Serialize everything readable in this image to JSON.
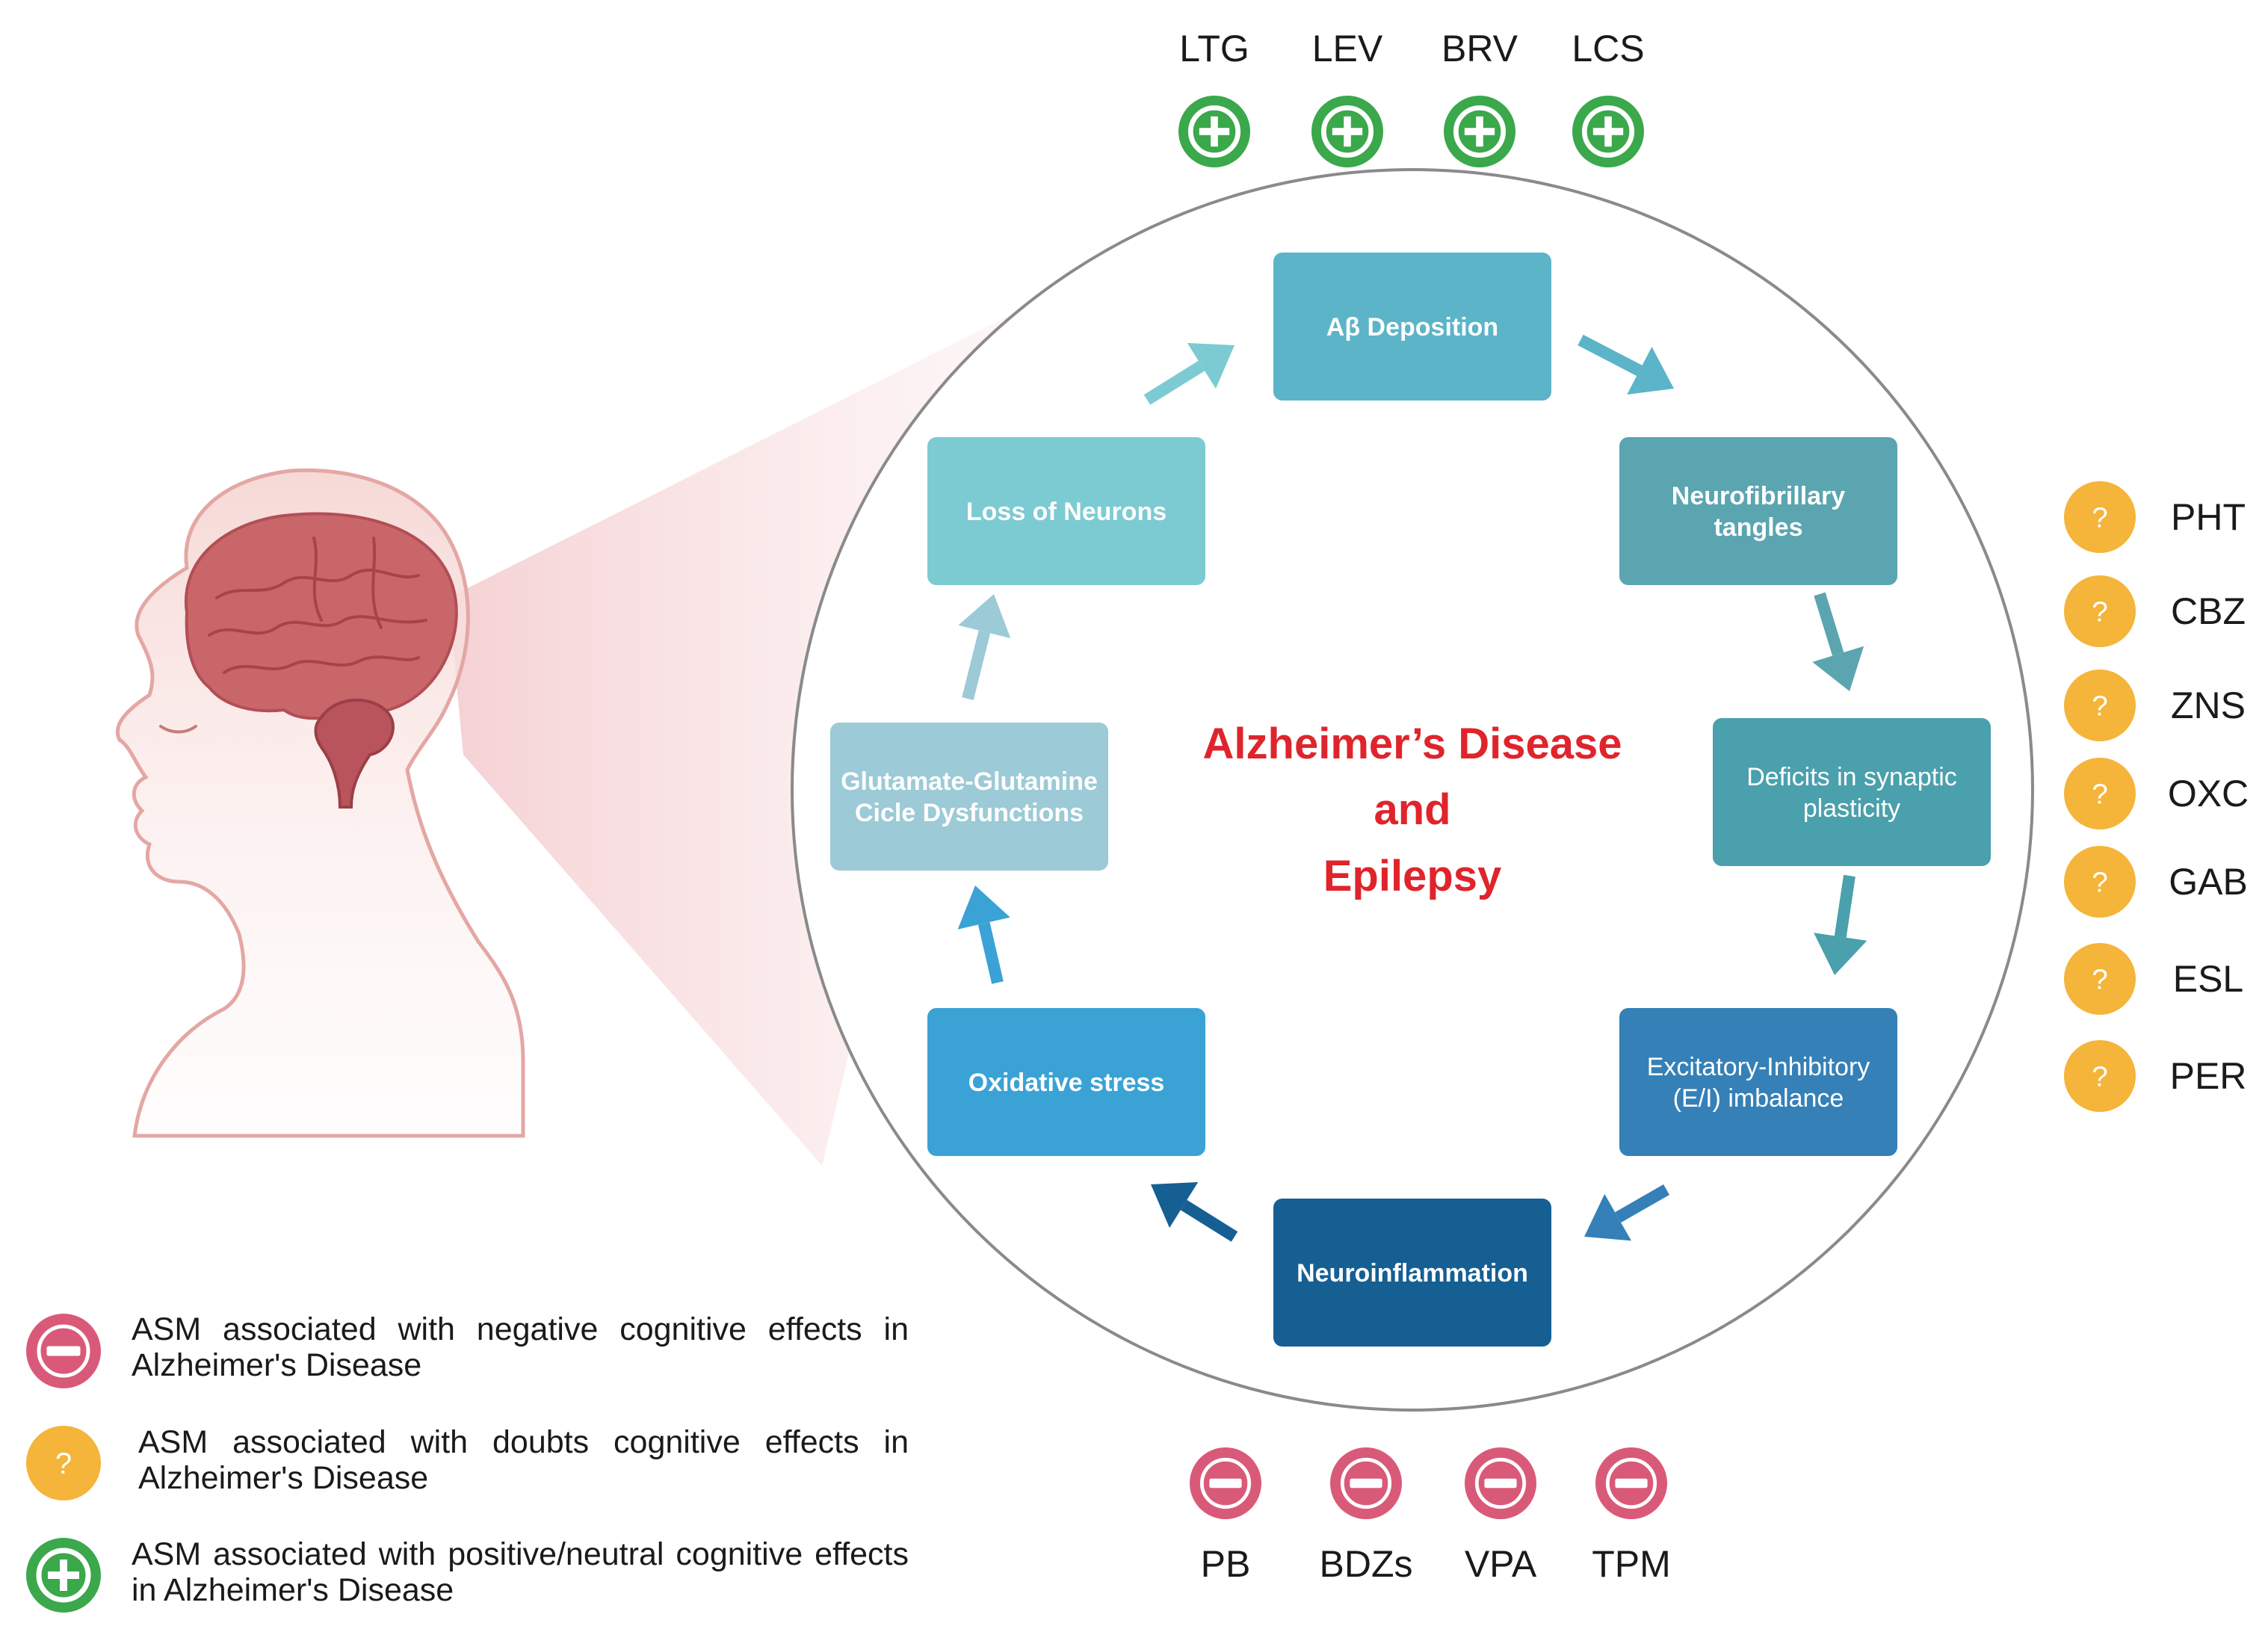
{
  "diagram": {
    "center_title": [
      "Alzheimer’s Disease",
      "and",
      "Epilepsy"
    ],
    "cycle_nodes": [
      {
        "id": "ab",
        "lines": [
          "Aβ Deposition"
        ],
        "color": "#5bb4c8"
      },
      {
        "id": "nft",
        "lines": [
          "Neurofibrillary",
          "tangles"
        ],
        "color": "#5aa5b0"
      },
      {
        "id": "syn",
        "lines": [
          "Deficits in synaptic",
          "plasticity"
        ],
        "color": "#4aa0ac"
      },
      {
        "id": "ei",
        "lines": [
          "Excitatory-Inhibitory",
          "(E/I) imbalance"
        ],
        "color": "#3580b7"
      },
      {
        "id": "neuroinf",
        "lines": [
          "Neuroinflammation"
        ],
        "color": "#155f93"
      },
      {
        "id": "ox",
        "lines": [
          "Oxidative stress"
        ],
        "color": "#3ba2d6"
      },
      {
        "id": "glu",
        "lines": [
          "Glutamate-Glutamine",
          "Cicle Dysfunctions"
        ],
        "color": "#9ccad6"
      },
      {
        "id": "loss",
        "lines": [
          "Loss of Neurons"
        ],
        "color": "#7ccbd2"
      }
    ],
    "positive_drugs": [
      "LTG",
      "LEV",
      "BRV",
      "LCS"
    ],
    "doubt_drugs": [
      "PHT",
      "CBZ",
      "ZNS",
      "OXC",
      "GAB",
      "ESL",
      "PER"
    ],
    "negative_drugs": [
      "PB",
      "BDZs",
      "VPA",
      "TPM"
    ],
    "colors": {
      "positive": "#3aa84b",
      "doubt": "#f5b43a",
      "negative": "#d95a78",
      "title": "#e0242c",
      "circle_stroke": "#8a8a8a"
    }
  },
  "legend": {
    "negative": "ASM associated with negative cognitive effects in Alzheimer's Disease",
    "doubt": "ASM associated with doubts cognitive effects in Alzheimer's Disease",
    "positive": "ASM associated with positive/neutral cognitive effects in Alzheimer's Disease"
  },
  "icons": {
    "positive": "plus-icon",
    "doubt": "question-icon",
    "negative": "minus-icon"
  },
  "question_mark": "?"
}
